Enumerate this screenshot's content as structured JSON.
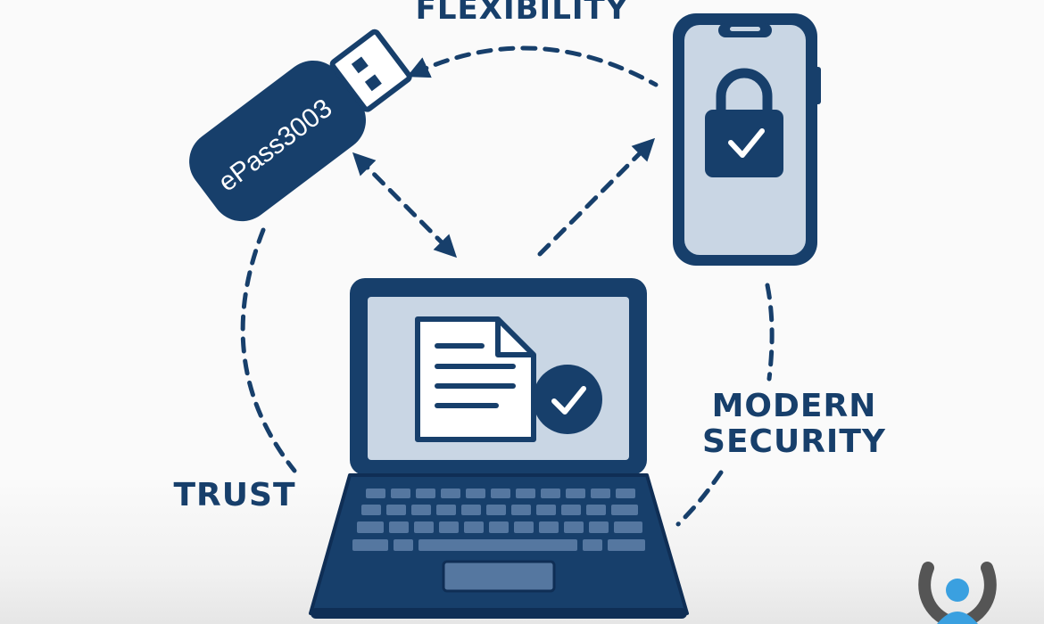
{
  "labels": {
    "flexibility": "FLEXIBILITY",
    "trust": "TRUST",
    "modern_line1": "MODERN",
    "modern_line2": "SECURITY"
  },
  "usb_token": {
    "brand": "ePass3003"
  },
  "icons": {
    "usb": "usb-token-icon",
    "phone": "smartphone-icon",
    "lock": "padlock-icon",
    "laptop": "laptop-icon",
    "document": "document-icon",
    "check": "checkmark-icon",
    "logo": "person-logo-icon"
  },
  "colors": {
    "navy": "#173f6b",
    "screen": "#c9d6e4",
    "paper": "#ffffff",
    "background": "#fafafa",
    "logo_gray": "#555555",
    "logo_blue": "#3aa0e0"
  }
}
